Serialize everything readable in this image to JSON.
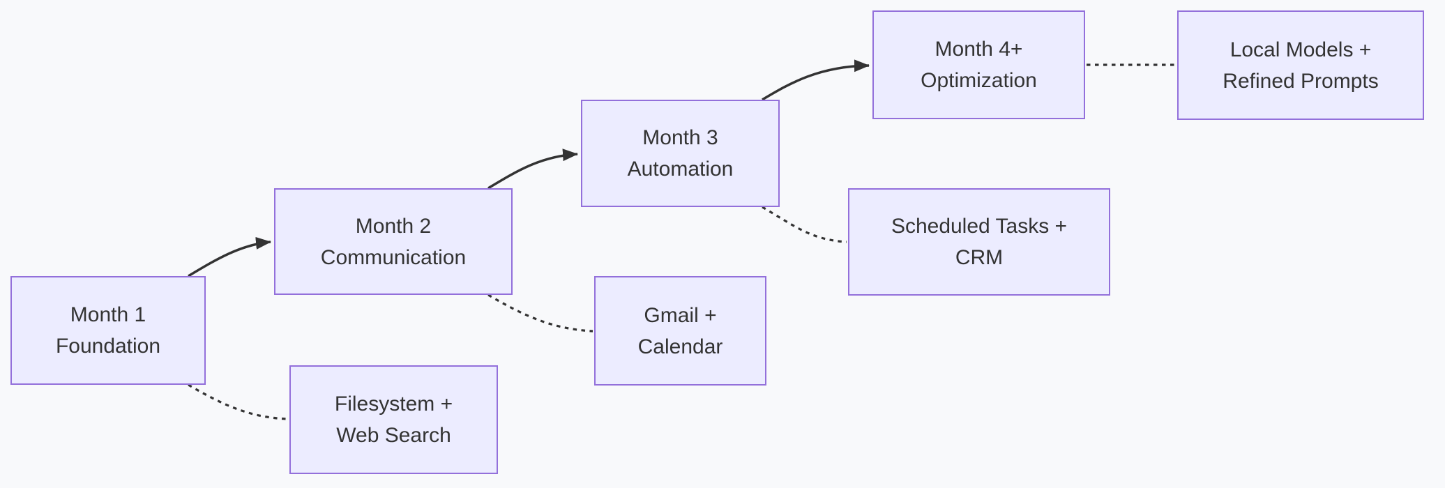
{
  "diagram": {
    "type": "flowchart",
    "background_color": "#f8f9fb",
    "node_fill_color": "#ECECFF",
    "node_border_color": "#9370DB",
    "text_color": "#333333",
    "edge_color": "#333333",
    "nodes": [
      {
        "id": "month1",
        "line1": "Month 1",
        "line2": "Foundation"
      },
      {
        "id": "month2",
        "line1": "Month 2",
        "line2": "Communication"
      },
      {
        "id": "month3",
        "line1": "Month 3",
        "line2": "Automation"
      },
      {
        "id": "month4",
        "line1": "Month 4+",
        "line2": "Optimization"
      },
      {
        "id": "local",
        "line1": "Local Models +",
        "line2": "Refined Prompts"
      },
      {
        "id": "filesys",
        "line1": "Filesystem +",
        "line2": "Web Search"
      },
      {
        "id": "gmail",
        "line1": "Gmail +",
        "line2": "Calendar"
      },
      {
        "id": "scheduled",
        "line1": "Scheduled Tasks +",
        "line2": "CRM"
      }
    ],
    "edges": [
      {
        "from": "Month 1 Foundation",
        "to": "Month 2 Communication",
        "style": "solid_arrow"
      },
      {
        "from": "Month 2 Communication",
        "to": "Month 3 Automation",
        "style": "solid_arrow"
      },
      {
        "from": "Month 3 Automation",
        "to": "Month 4+ Optimization",
        "style": "solid_arrow"
      },
      {
        "from": "Month 1 Foundation",
        "to": "Filesystem + Web Search",
        "style": "dotted"
      },
      {
        "from": "Month 2 Communication",
        "to": "Gmail + Calendar",
        "style": "dotted"
      },
      {
        "from": "Month 3 Automation",
        "to": "Scheduled Tasks + CRM",
        "style": "dotted"
      },
      {
        "from": "Month 4+ Optimization",
        "to": "Local Models + Refined Prompts",
        "style": "dotted"
      }
    ]
  }
}
